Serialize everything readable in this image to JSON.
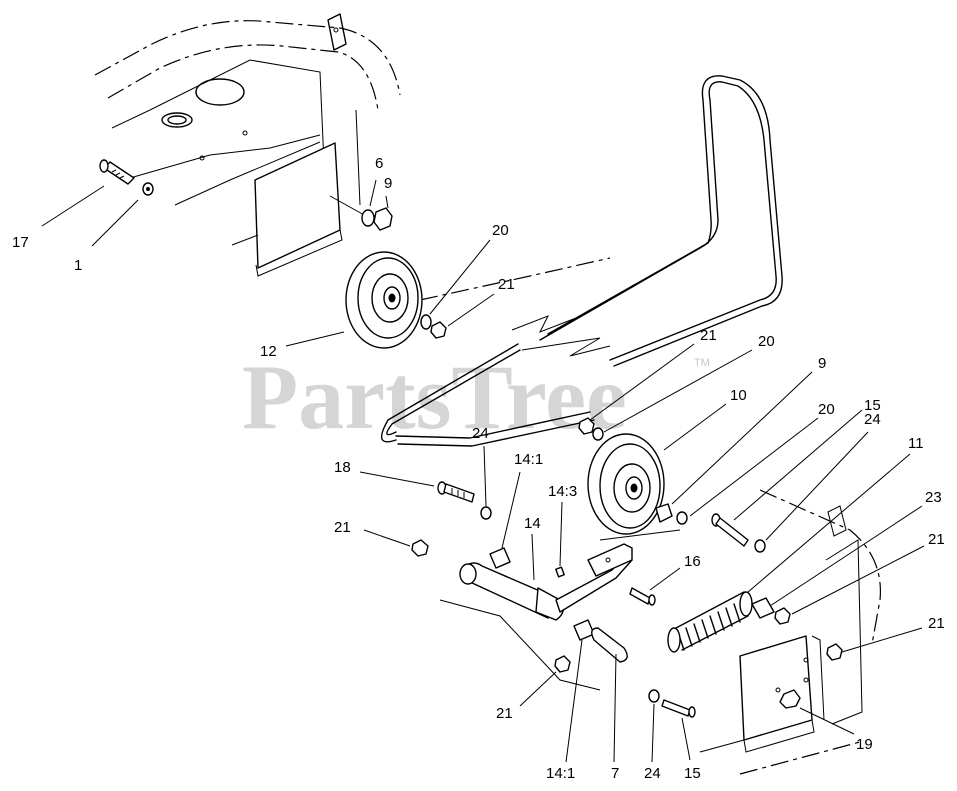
{
  "watermark": {
    "text": "PartsTree",
    "tm": "TM"
  },
  "callouts": [
    {
      "id": "c17",
      "label": "17"
    },
    {
      "id": "c1",
      "label": "1"
    },
    {
      "id": "c6",
      "label": "6"
    },
    {
      "id": "c9a",
      "label": "9"
    },
    {
      "id": "c20a",
      "label": "20"
    },
    {
      "id": "c21a",
      "label": "21"
    },
    {
      "id": "c12",
      "label": "12"
    },
    {
      "id": "c21b",
      "label": "21"
    },
    {
      "id": "c20b",
      "label": "20"
    },
    {
      "id": "c9b",
      "label": "9"
    },
    {
      "id": "c10",
      "label": "10"
    },
    {
      "id": "c20c",
      "label": "20"
    },
    {
      "id": "c15a",
      "label": "15"
    },
    {
      "id": "c24a",
      "label": "24"
    },
    {
      "id": "c11",
      "label": "11"
    },
    {
      "id": "c18",
      "label": "18"
    },
    {
      "id": "c24b",
      "label": "24"
    },
    {
      "id": "c141a",
      "label": "14:1"
    },
    {
      "id": "c143",
      "label": "14:3"
    },
    {
      "id": "c14",
      "label": "14"
    },
    {
      "id": "c23",
      "label": "23"
    },
    {
      "id": "c21c",
      "label": "21"
    },
    {
      "id": "c21d",
      "label": "21"
    },
    {
      "id": "c16",
      "label": "16"
    },
    {
      "id": "c21e",
      "label": "21"
    },
    {
      "id": "c21f",
      "label": "21"
    },
    {
      "id": "c19",
      "label": "19"
    },
    {
      "id": "c141b",
      "label": "14:1"
    },
    {
      "id": "c7",
      "label": "7"
    },
    {
      "id": "c24c",
      "label": "24"
    },
    {
      "id": "c15b",
      "label": "15"
    }
  ]
}
